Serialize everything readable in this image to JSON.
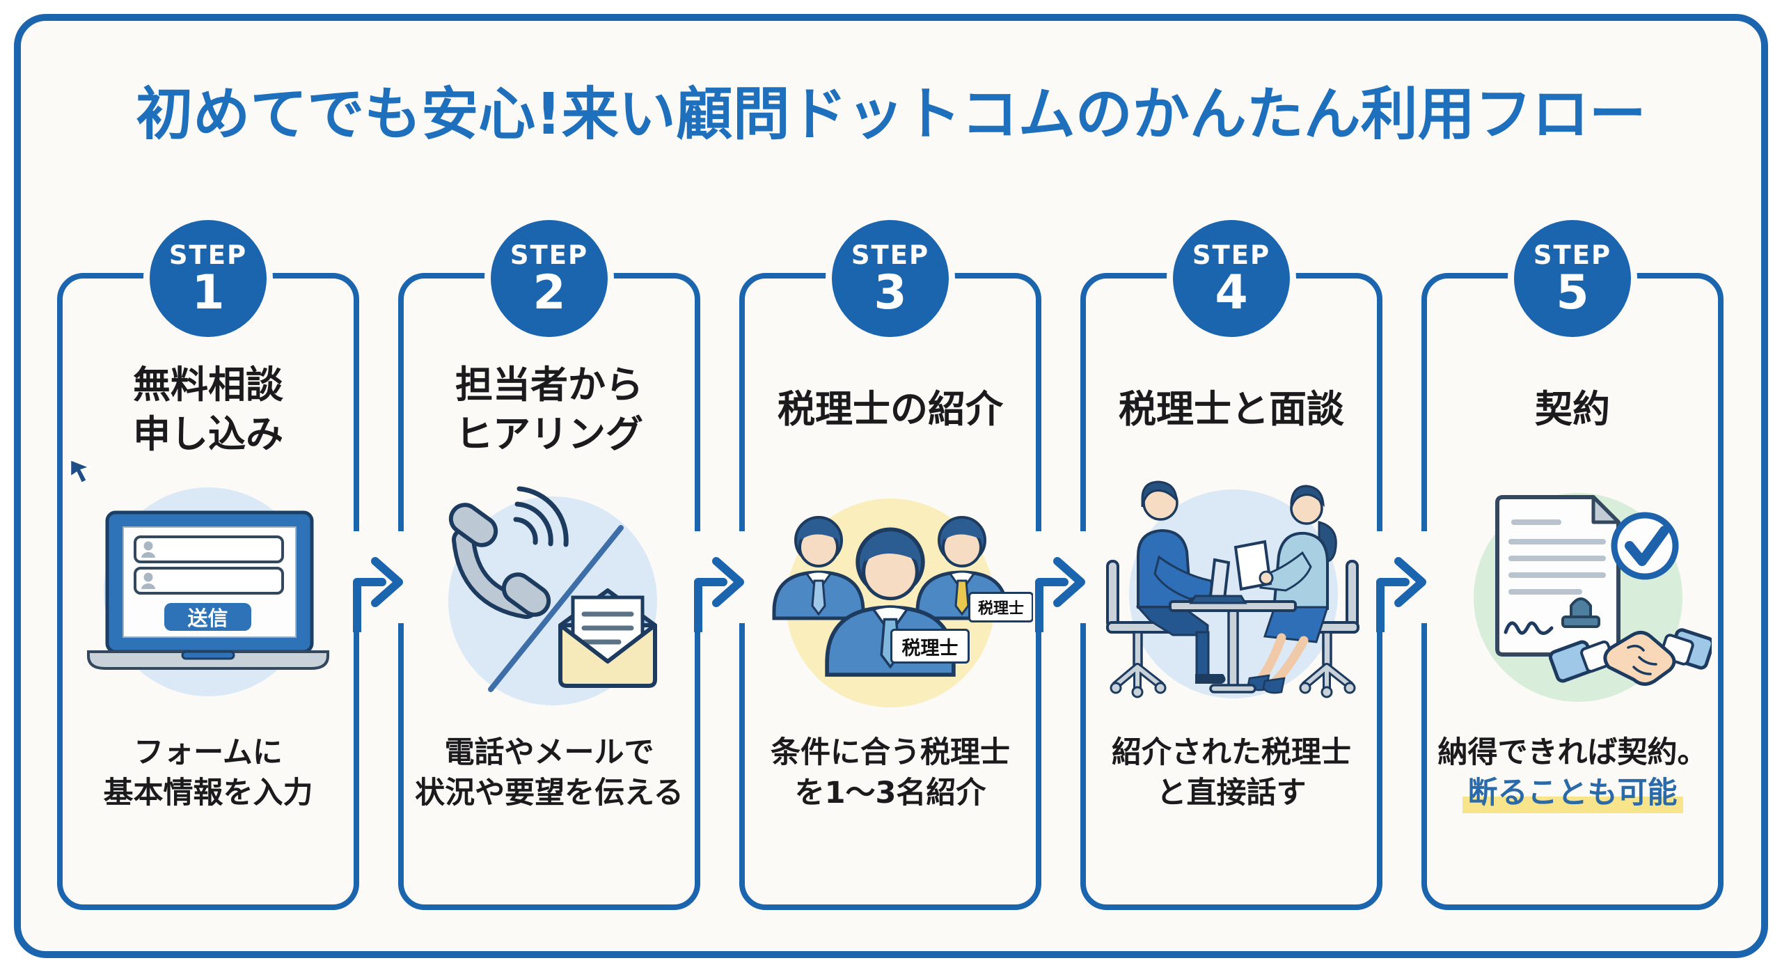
{
  "title": "初めてでも安心!来い顧問ドットコムのかんたん利用フロー",
  "colors": {
    "primary_blue": "#1b64ae",
    "title_blue": "#1e6fbc",
    "outline_navy": "#1d3a5f",
    "text_black": "#1b1b1d",
    "light_blue_circle": "#dbe9f7",
    "yellow_circle": "#f9eebc",
    "green_circle": "#d8edda",
    "highlight_yellow": "#f7e48b",
    "background": "#fbfaf7"
  },
  "steps": [
    {
      "badge_label": "STEP",
      "number": "1",
      "title_lines": [
        "無料相談",
        "申し込み"
      ],
      "caption_lines": [
        "フォームに",
        "基本情報を入力"
      ],
      "illustration": "laptop-form",
      "send_button_label": "送信"
    },
    {
      "badge_label": "STEP",
      "number": "2",
      "title_lines": [
        "担当者から",
        "ヒアリング"
      ],
      "caption_lines": [
        "電話やメールで",
        "状況や要望を伝える"
      ],
      "illustration": "phone-and-mail"
    },
    {
      "badge_label": "STEP",
      "number": "3",
      "title_lines": [
        "税理士の紹介"
      ],
      "caption_lines": [
        "条件に合う税理士",
        "を1〜3名紹介"
      ],
      "illustration": "three-tax-accountants",
      "name_tag": "税理士"
    },
    {
      "badge_label": "STEP",
      "number": "4",
      "title_lines": [
        "税理士と面談"
      ],
      "caption_lines": [
        "紹介された税理士",
        "と直接話す"
      ],
      "illustration": "meeting"
    },
    {
      "badge_label": "STEP",
      "number": "5",
      "title_lines": [
        "契約"
      ],
      "caption_lines": [
        "納得できれば契約。",
        "断ることも可能"
      ],
      "illustration": "contract-handshake"
    }
  ]
}
